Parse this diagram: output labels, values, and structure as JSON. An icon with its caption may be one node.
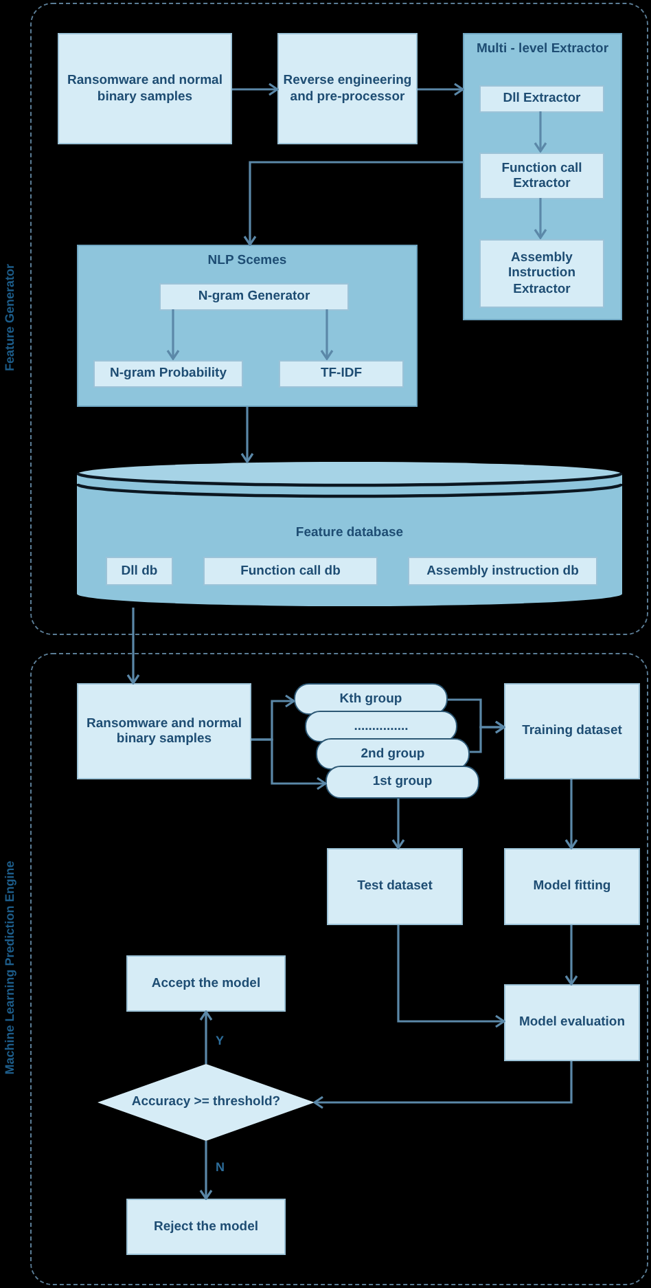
{
  "diagram": {
    "nodes": [
      {
        "text": [
          "Feature Generator"
        ]
      },
      {
        "text": [
          "Ransomware and normal binary samples"
        ],
        "in": 0
      },
      {
        "text": [
          "Reverse engineering and pre-processor"
        ],
        "in": 0
      },
      {
        "text": [
          "Multi - level Extractor"
        ],
        "in": 0
      },
      {
        "text": [
          "Dll Extractor"
        ],
        "in": 3
      },
      {
        "text": [
          "Function call Extractor"
        ],
        "in": 3
      },
      {
        "text": [
          "Assembly Instruction Extractor"
        ],
        "in": 3
      },
      {
        "text": [
          "NLP Scemes"
        ],
        "in": 0
      },
      {
        "text": [
          "N-gram Generator"
        ],
        "in": 7
      },
      {
        "text": [
          "N-gram Probability"
        ],
        "in": 7
      },
      {
        "text": [
          "TF-IDF"
        ],
        "in": 7
      },
      {
        "text": [
          "Feature database"
        ],
        "in": 0
      },
      {
        "text": [
          "Dll db"
        ],
        "in": 11
      },
      {
        "text": [
          "Function call db"
        ],
        "in": 11
      },
      {
        "text": [
          "Assembly instruction db"
        ],
        "in": 11
      },
      {
        "text": [
          "Machine Learning Prediction Engine"
        ]
      },
      {
        "text": [
          "Ransomware and normal binary samples"
        ],
        "in": 15
      },
      {
        "text": [
          "Kth group"
        ],
        "in": 15
      },
      {
        "text": [
          "..............."
        ],
        "in": 15
      },
      {
        "text": [
          "2nd group"
        ],
        "in": 15
      },
      {
        "text": [
          "1st group"
        ],
        "in": 15
      },
      {
        "text": [
          "Training dataset"
        ],
        "in": 15
      },
      {
        "text": [
          "Test dataset"
        ],
        "in": 15
      },
      {
        "text": [
          "Model fitting"
        ],
        "in": 15
      },
      {
        "text": [
          "Model evaluation"
        ],
        "in": 15
      },
      {
        "text": [
          "Accept the model"
        ],
        "in": 15
      },
      {
        "text": [
          "Accuracy >= threshold?"
        ],
        "in": 15
      },
      {
        "text": [
          "Reject the model"
        ],
        "in": 15
      }
    ],
    "edges": [
      {
        "from": 1,
        "to": 2,
        "arrow": "to"
      },
      {
        "from": 2,
        "to": 3,
        "arrow": "to"
      },
      {
        "from": 3,
        "to": 7,
        "arrow": "to"
      },
      {
        "from": 4,
        "to": 5,
        "arrow": "to"
      },
      {
        "from": 5,
        "to": 6,
        "arrow": "to"
      },
      {
        "from": 8,
        "to": 9,
        "arrow": "to"
      },
      {
        "from": 8,
        "to": 10,
        "arrow": "to"
      },
      {
        "from": 7,
        "to": 11,
        "arrow": "to"
      },
      {
        "from": 11,
        "to": 16,
        "arrow": "to"
      },
      {
        "from": 16,
        "to": 17,
        "arrow": "to"
      },
      {
        "from": 16,
        "to": 20,
        "arrow": "to"
      },
      {
        "from": 17,
        "to": 21,
        "arrow": "to"
      },
      {
        "from": 19,
        "to": 21,
        "arrow": "to"
      },
      {
        "from": 20,
        "to": 22,
        "arrow": "to"
      },
      {
        "from": 21,
        "to": 23,
        "arrow": "to"
      },
      {
        "from": 22,
        "to": 24,
        "arrow": "to"
      },
      {
        "from": 23,
        "to": 24,
        "arrow": "to"
      },
      {
        "from": 24,
        "to": 26,
        "arrow": "to"
      },
      {
        "from": 26,
        "to": 25,
        "label": "Y",
        "arrow": "to"
      },
      {
        "from": 26,
        "to": 27,
        "label": "N",
        "arrow": "to"
      }
    ]
  }
}
